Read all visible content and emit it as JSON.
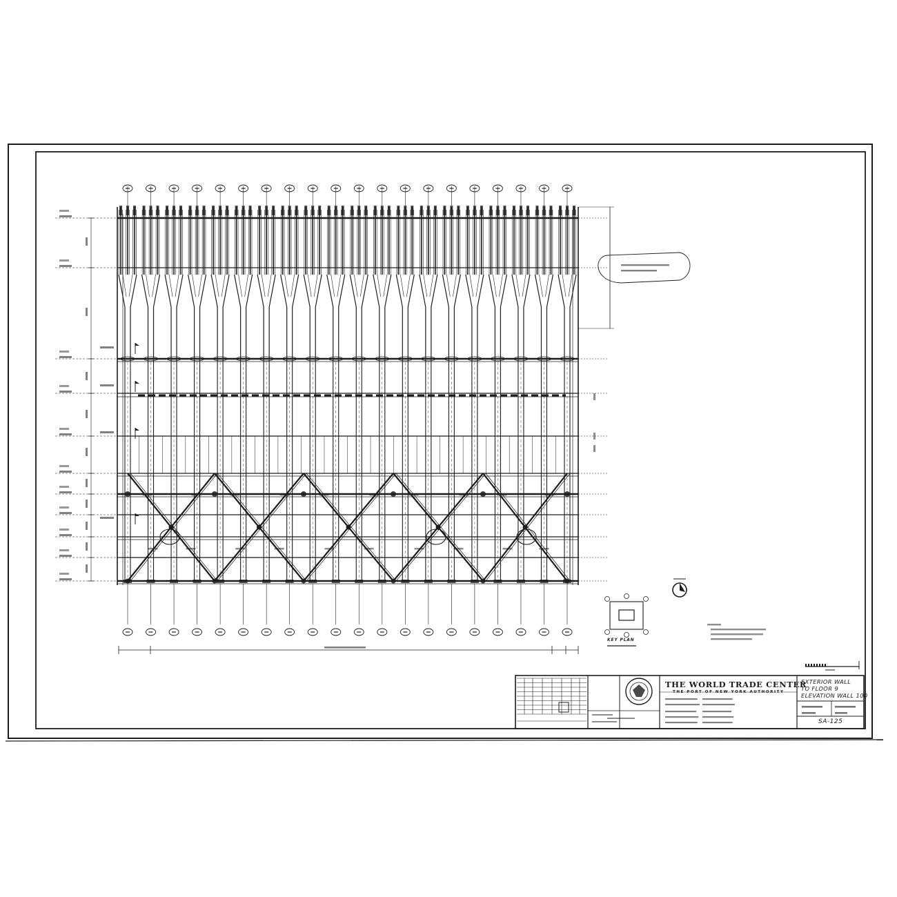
{
  "title_block": {
    "project_title": "THE WORLD TRADE CENTER",
    "authority": "THE PORT OF NEW YORK AUTHORITY",
    "drawing_title_lines": [
      "EXTERIOR WALL",
      "TO FLOOR 9",
      "ELEVATION WALL 100"
    ],
    "drawing_number": "SA-125"
  },
  "key_plan_label": "KEY PLAN",
  "colors": {
    "ink": "#1c1c1c",
    "paper": "#ffffff",
    "shade": "#6e6e6e"
  }
}
